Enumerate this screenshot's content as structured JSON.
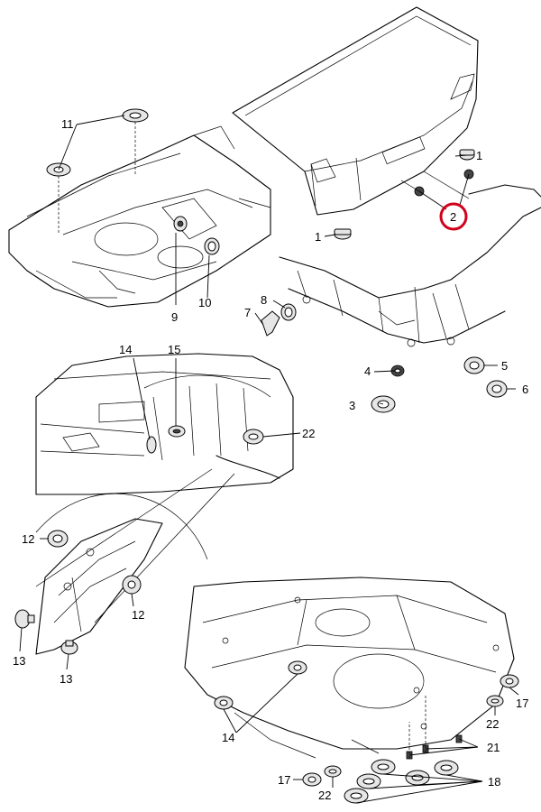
{
  "callouts": {
    "c1a": "1",
    "c1b": "1",
    "c2": "2",
    "c3": "3",
    "c4": "4",
    "c5": "5",
    "c6": "6",
    "c7": "7",
    "c8": "8",
    "c9": "9",
    "c10": "10",
    "c11": "11",
    "c12a": "12",
    "c12b": "12",
    "c13a": "13",
    "c13b": "13",
    "c14a": "14",
    "c14b": "14",
    "c15": "15",
    "c17a": "17",
    "c17b": "17",
    "c18": "18",
    "c21": "21",
    "c22a": "22",
    "c22b": "22",
    "c22c": "22"
  },
  "highlight": {
    "callout": "2",
    "color": "#d0021b"
  }
}
